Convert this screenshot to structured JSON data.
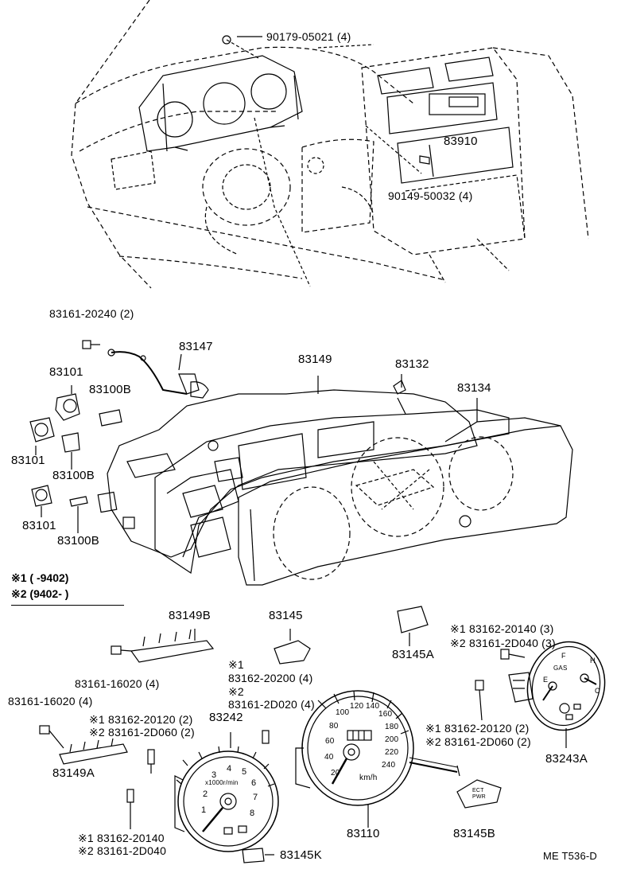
{
  "diagram_id": "ME T536-D",
  "legend": {
    "line1": "※1 (      -9402)",
    "line2": "※2 (9402-      )"
  },
  "labels": {
    "bolt_top": "90179-05021 (4)",
    "stereo": "83910",
    "screw_stereo": "90149-50032 (4)",
    "screw_83161_20240": "83161-20240 (2)",
    "harness_83147": "83147",
    "socket_83101_a": "83101",
    "bulb_83100b_a": "83100B",
    "socket_83101_b": "83101",
    "bulb_83100b_b": "83100B",
    "socket_83101_c": "83101",
    "bulb_83100b_c": "83100B",
    "circuit_83149": "83149",
    "case_83132": "83132",
    "glass_83134": "83134",
    "plate_83149b": "83149B",
    "screw_83161_16020_a": "83161-16020 (4)",
    "screw_83161_16020_b": "83161-16020 (4)",
    "plate_83149a": "83149A",
    "plate_83145": "83145",
    "x1_83162_20200": "※1",
    "x1_83162_20200_num": "83162-20200 (4)",
    "x2_83161_2d020": "※2",
    "x2_83161_2d020_num": "83161-2D020 (4)",
    "tacho": "83242",
    "x1_83162_20120_a": "※1  83162-20120 (2)",
    "x2_83161_2d060_a": "※2  83161-2D060 (2)",
    "x1_83162_20140_bottom": "※1  83162-20140",
    "x2_83161_2d040_bottom": "※2  83161-2D040",
    "plate_83145k": "83145K",
    "speedo": "83110",
    "plate_83145a": "83145A",
    "plate_83145b": "83145B",
    "x1_83162_20140_right": "※1  83162-20140 (3)",
    "x2_83161_2d040_right": "※2  83161-2D040 (3)",
    "x1_83162_20120_b": "※1  83162-20120 (2)",
    "x2_83161_2d060_b": "※2  83161-2D060 (2)",
    "fuel_temp_gauge": "83243A"
  },
  "gauge_text": {
    "tacho_unit": "x1000r/min",
    "tacho_numbers": [
      "1",
      "2",
      "3",
      "4",
      "5",
      "6",
      "7",
      "8"
    ],
    "speedo_unit": "km/h",
    "speedo_numbers": [
      "20",
      "40",
      "60",
      "80",
      "100",
      "120",
      "140",
      "160",
      "180",
      "200",
      "220",
      "240"
    ],
    "fuel_gas": "GAS",
    "fuel_f": "F",
    "fuel_e": "E",
    "temp_h": "H",
    "temp_c": "C",
    "plate_b_text": "ECT PWR"
  }
}
